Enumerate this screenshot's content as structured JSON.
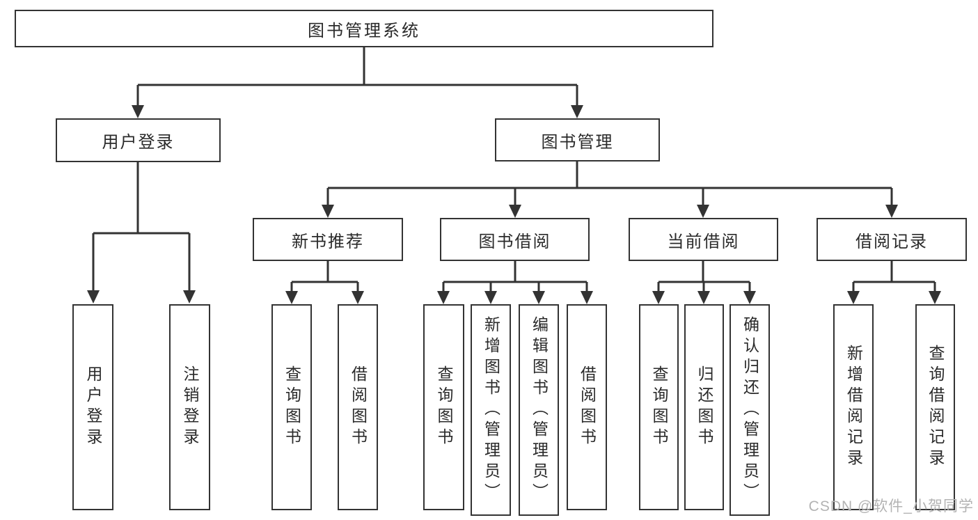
{
  "diagram": {
    "root": {
      "label": "图书管理系统"
    },
    "branches": [
      {
        "label": "用户登录",
        "children": [
          {
            "label": "用户登录"
          },
          {
            "label": "注销登录"
          }
        ]
      },
      {
        "label": "图书管理",
        "children": [
          {
            "label": "新书推荐",
            "children": [
              {
                "label": "查询图书"
              },
              {
                "label": "借阅图书"
              }
            ]
          },
          {
            "label": "图书借阅",
            "children": [
              {
                "label": "查询图书"
              },
              {
                "label": "新增图书（管理员）"
              },
              {
                "label": "编辑图书（管理员）"
              },
              {
                "label": "借阅图书"
              }
            ]
          },
          {
            "label": "当前借阅",
            "children": [
              {
                "label": "查询图书"
              },
              {
                "label": "归还图书"
              },
              {
                "label": "确认归还（管理员）"
              }
            ]
          },
          {
            "label": "借阅记录",
            "children": [
              {
                "label": "新增借阅记录"
              },
              {
                "label": "查询借阅记录"
              }
            ]
          }
        ]
      }
    ]
  },
  "watermark": {
    "text": "CSDN @软件_小贺同学"
  },
  "colors": {
    "background": "#ffffff",
    "box_fill": "#ffffff",
    "line": "#333333",
    "text": "#2a2a2a",
    "watermark": "#b3b3b3"
  }
}
